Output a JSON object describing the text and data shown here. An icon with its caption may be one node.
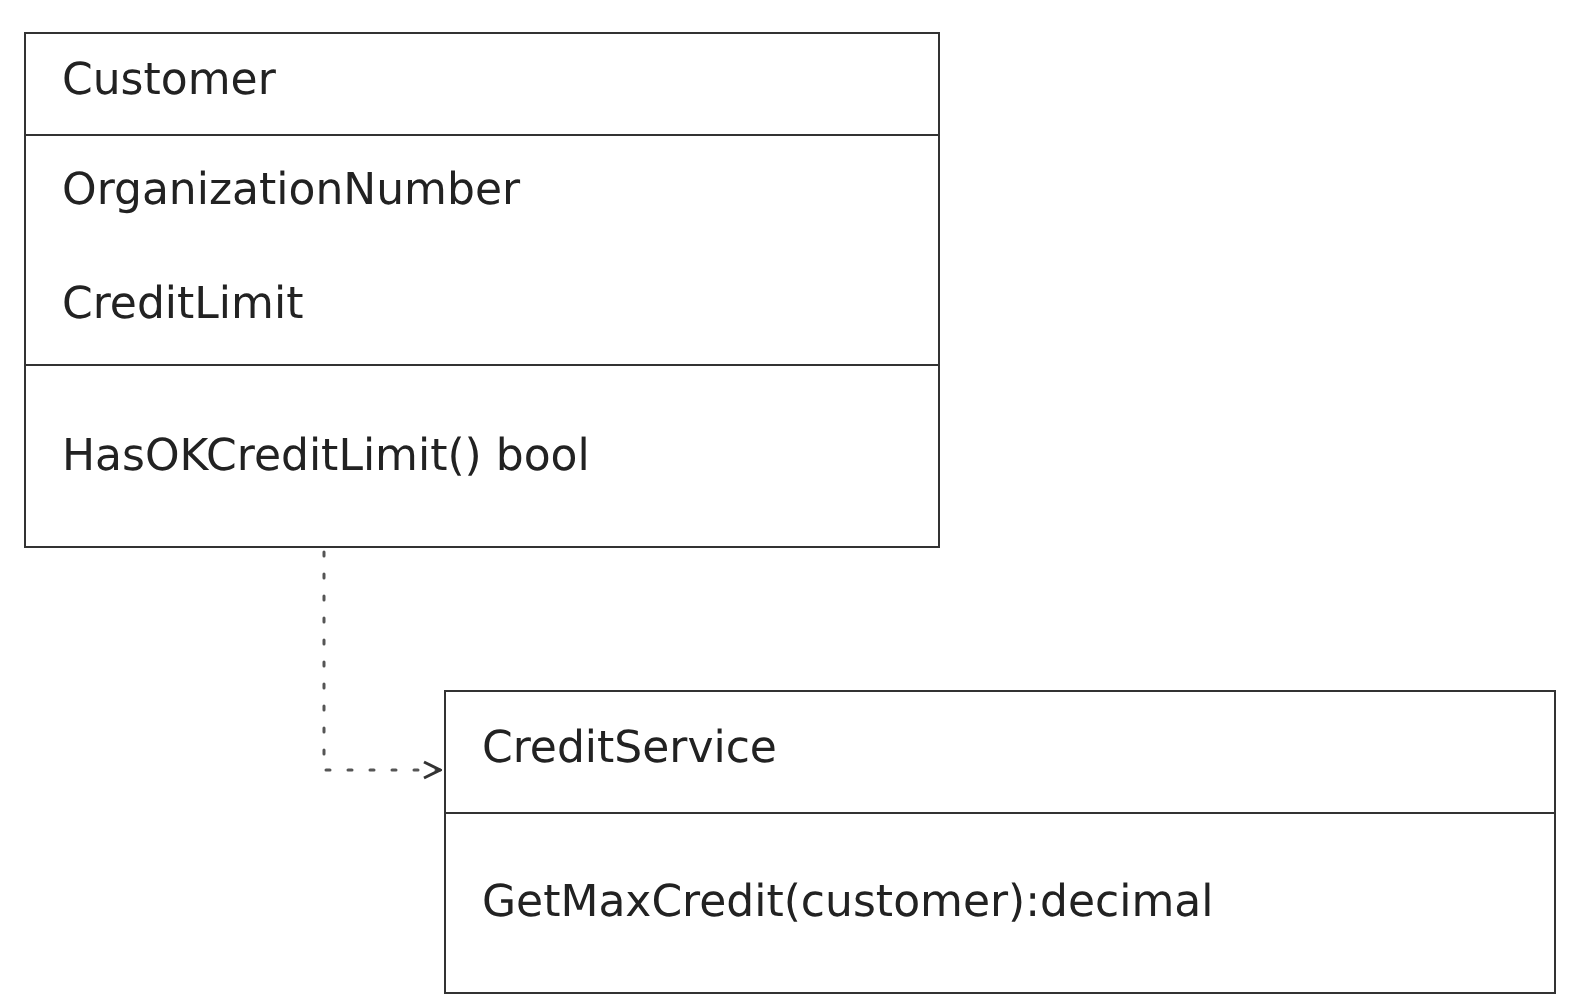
{
  "diagram": {
    "nodes": [
      {
        "text": [
          "Customer",
          "OrganizationNumber",
          "CreditLimit",
          "HasOKCreditLimit() bool"
        ]
      },
      {
        "text": [
          "CreditService",
          "GetMaxCredit(customer):decimal"
        ]
      }
    ],
    "edges": [
      {
        "from": 0,
        "to": 1,
        "arrow": "to",
        "style": "dashed"
      }
    ]
  }
}
